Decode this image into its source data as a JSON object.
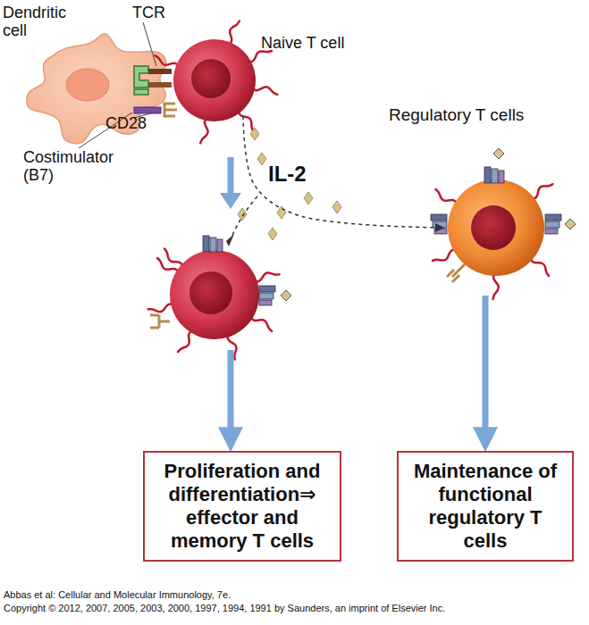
{
  "diagram": {
    "nodes": [
      {
        "text": [
          "Dendritic cell"
        ]
      },
      {
        "text": [
          "Naive T cell"
        ]
      },
      {
        "text": [
          "Regulatory T cells"
        ]
      },
      {
        "text": [
          "Proliferation and differentiation⇒ effector and memory T cells"
        ]
      },
      {
        "text": [
          "Maintenance of functional regulatory T cells"
        ]
      }
    ],
    "edges": [
      {
        "from": 1,
        "to": 3,
        "arrow": "to"
      },
      {
        "from": 1,
        "to": 2,
        "arrow": "to"
      },
      {
        "from": 2,
        "to": 4,
        "arrow": "to"
      }
    ],
    "labels": [
      "TCR",
      "CD28",
      "Costimulator (B7)",
      "IL-2",
      "Abbas et al: Cellular and Molecular Immunology, 7e.",
      "Copyright © 2012, 2007, 2005, 2003, 2000, 1997, 1994, 1991 by Saunders, an imprint of Elsevier Inc."
    ]
  }
}
